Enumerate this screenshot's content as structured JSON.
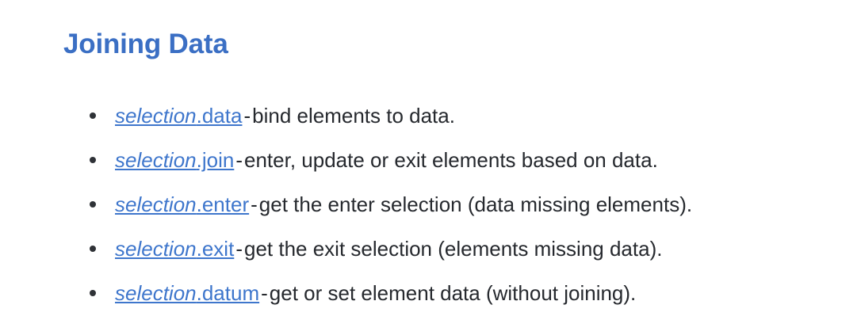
{
  "section": {
    "heading": "Joining Data",
    "heading_color": "#3b6fc4"
  },
  "theme": {
    "background": "#ffffff",
    "link_color": "#3e76cc",
    "body_text_color": "#26292e",
    "bullet_color": "#2f3237"
  },
  "list": {
    "bullet_icon": "bullet-dot-icon",
    "separator": "-",
    "items": [
      {
        "object": "selection",
        "member": ".data",
        "dash": "-",
        "description": "bind elements to data."
      },
      {
        "object": "selection",
        "member": ".join",
        "dash": "-",
        "description": "enter, update or exit elements based on data."
      },
      {
        "object": "selection",
        "member": ".enter",
        "dash": "-",
        "description": "get the enter selection (data missing elements)."
      },
      {
        "object": "selection",
        "member": ".exit",
        "dash": "-",
        "description": "get the exit selection (elements missing data)."
      },
      {
        "object": "selection",
        "member": ".datum",
        "dash": "-",
        "description": "get or set element data (without joining)."
      }
    ]
  }
}
